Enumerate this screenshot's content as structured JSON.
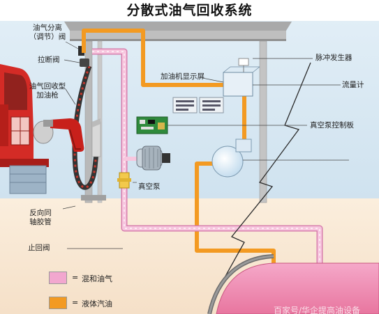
{
  "title": "分散式油气回收系统",
  "labels": {
    "separator_valve_line1": "油气分离",
    "separator_valve_line2": "（调节）阀",
    "breakaway_valve": "拉断阀",
    "nozzle_line1": "油气回收型",
    "nozzle_line2": "加油枪",
    "display_screen": "加油机显示屏",
    "pulse_generator": "脉冲发生器",
    "flow_meter": "流量计",
    "pump_control_board": "真空泵控制板",
    "vacuum_pump": "真空泵",
    "coaxial_hose_line1": "反向同",
    "coaxial_hose_line2": "轴胶管",
    "check_valve": "止回阀"
  },
  "legend": [
    {
      "symbol": "=",
      "label": "混和油气",
      "color": "#f2a7cf"
    },
    {
      "symbol": "=",
      "label": "液体汽油",
      "color": "#f39a22"
    }
  ],
  "watermark": "百家号/华企提高油设备",
  "colors": {
    "sky": "#dbeaf4",
    "ground": "#f8e7d4",
    "pink_pipe": "#f4b6d6",
    "orange_pipe": "#f39a22",
    "tank": "#ee86b0",
    "truck": "#d42b26"
  }
}
